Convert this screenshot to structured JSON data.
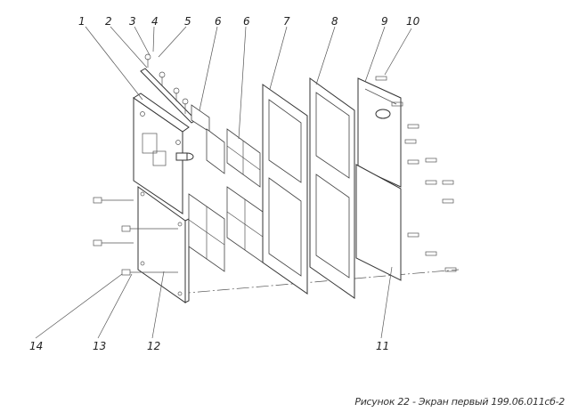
{
  "diagram": {
    "callouts": [
      "1",
      "2",
      "3",
      "4",
      "5",
      "6",
      "6",
      "7",
      "8",
      "9",
      "10",
      "11",
      "12",
      "13",
      "14"
    ],
    "caption": "Рисунок 22 - Экран первый 199.06.011сб-2"
  },
  "icons": {
    "fasteners": "bolt-washer-assembly"
  }
}
